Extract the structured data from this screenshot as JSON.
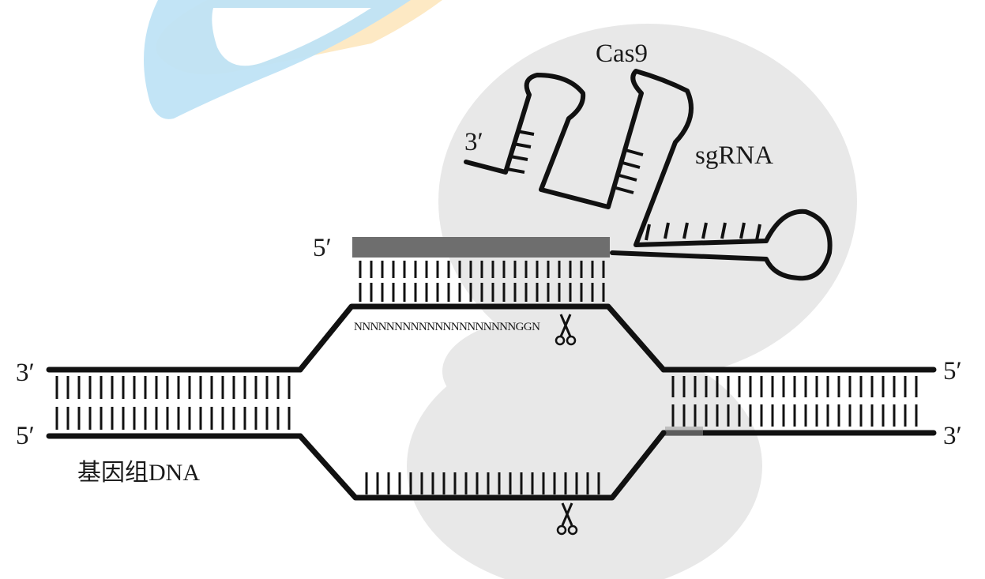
{
  "labels": {
    "cas9": "Cas9",
    "sgrna": "sgRNA",
    "rna_3prime": "3′",
    "rna_5prime": "5′",
    "left_top_3prime": "3′",
    "left_bottom_5prime": "5′",
    "right_top_5prime": "5′",
    "right_bottom_3prime": "3′",
    "genome_dna": "基因组DNA",
    "target_sequence": "NNNNNNNNNNNNNNNNNNNNGGN"
  },
  "colors": {
    "cas9_blob": "#e8e8e8",
    "strand": "#111111",
    "guide_segment": "#6e6e6e",
    "watermark_blue": "#bfe3f6",
    "watermark_orange": "#fde9c4"
  },
  "icons": {
    "cut_site_top": "scissors-icon",
    "cut_site_bottom": "scissors-icon",
    "watermark": "logo-watermark"
  }
}
